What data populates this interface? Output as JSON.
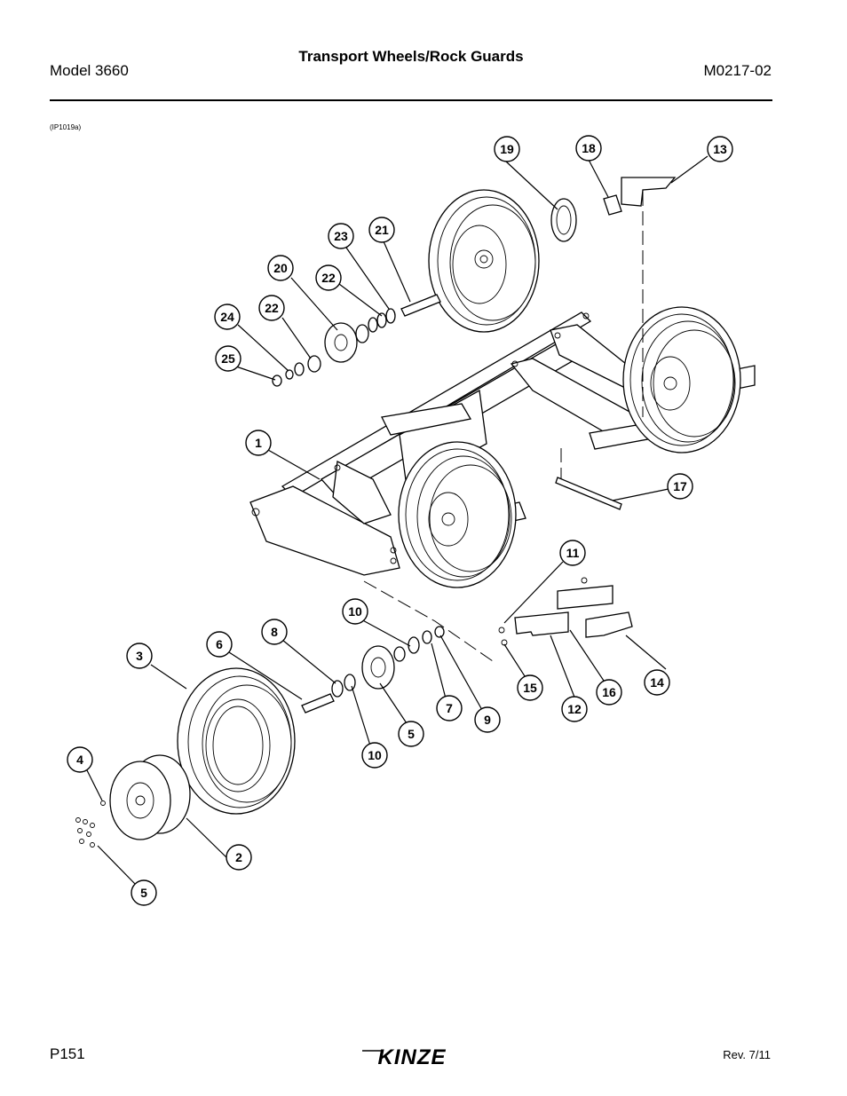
{
  "header": {
    "model": "Model 3660",
    "title": "Transport Wheels/Rock Guards",
    "manual_number": "M0217-02"
  },
  "figure": {
    "id": "(IP1019a)",
    "callouts": [
      "1",
      "2",
      "3",
      "4",
      "5",
      "5",
      "6",
      "7",
      "8",
      "9",
      "10",
      "10",
      "11",
      "12",
      "13",
      "14",
      "15",
      "16",
      "17",
      "18",
      "19",
      "20",
      "21",
      "22",
      "22",
      "23",
      "24",
      "25"
    ]
  },
  "footer": {
    "page": "P151",
    "brand": "KINZE",
    "revision": "Rev. 7/11"
  }
}
